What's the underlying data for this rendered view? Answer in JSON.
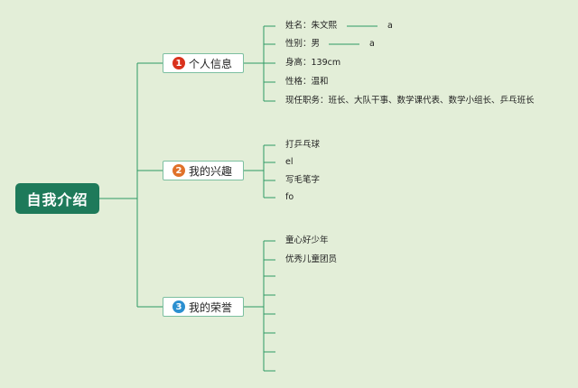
{
  "root": {
    "label": "自我介绍"
  },
  "colors": {
    "background": "#e3eed8",
    "root": "#1e7a5a",
    "line": "#2e9a63",
    "badge1": "#d9311c",
    "badge2": "#e0712a",
    "badge3": "#2b8fd0"
  },
  "branches": [
    {
      "number": "1",
      "label": "个人信息",
      "leaves": [
        "姓名：朱文熙",
        "性别：男",
        "身高：139cm",
        "性格：温和",
        "现任职务：班长、大队干事、数学课代表、数学小组长、乒乓班长"
      ]
    },
    {
      "number": "2",
      "label": "我的兴趣",
      "leaves": [
        "打乒乓球",
        "el",
        "写毛笔字",
        "fo"
      ]
    },
    {
      "number": "3",
      "label": "我的荣誉",
      "leaves": [
        "童心好少年",
        "优秀儿童团员",
        "",
        "",
        "",
        "",
        "",
        ""
      ]
    }
  ],
  "extras": {
    "a1": "a",
    "a2": "a"
  }
}
